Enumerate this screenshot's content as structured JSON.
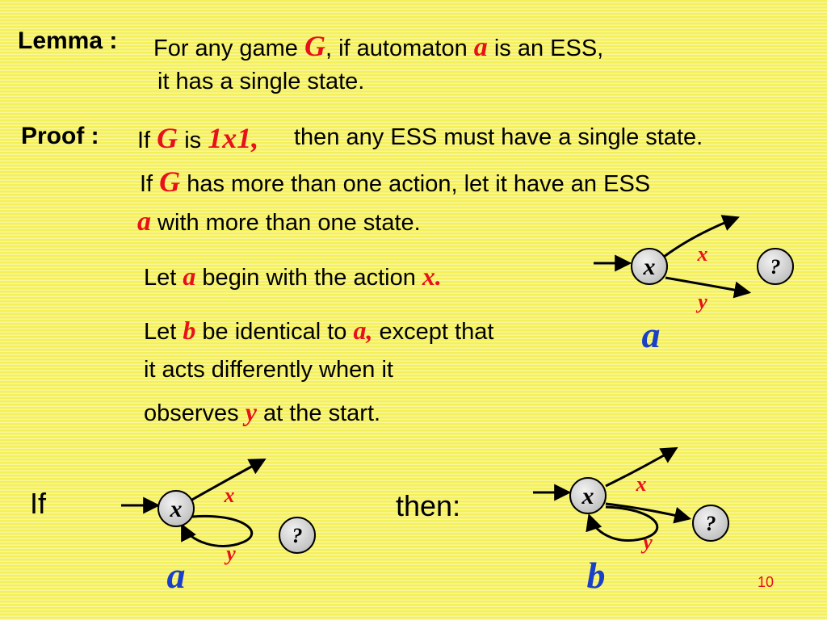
{
  "lemma": {
    "label": "Lemma :",
    "line1_a": "For any game ",
    "G": "G",
    "line1_b": ", if automaton ",
    "a": "a",
    "line1_c": " is an ESS,",
    "line2": "it has a single state."
  },
  "proof": {
    "label": "Proof :",
    "l1_if": "If ",
    "l1_G": "G",
    "l1_is": " is ",
    "l1_1x1": "1x1,",
    "l1_rest": "then any ESS must have a single state.",
    "l2_if": "If ",
    "l2_G": "G",
    "l2_rest": " has more than one action, let it have an ESS",
    "l3_a": "a",
    "l3_rest": " with more than one state.",
    "l4_let": "Let ",
    "l4_a": "a",
    "l4_mid": " begin with the action ",
    "l4_x": "x.",
    "l5_let": "Let ",
    "l5_b": "b",
    "l5_mid": " be identical to ",
    "l5_a": "a,",
    "l5_rest": " except that",
    "l6": "it acts differently when it",
    "l7_a": "observes ",
    "l7_y": "y",
    "l7_b": " at the start."
  },
  "bottom": {
    "if_label": "If",
    "then_label": "then:"
  },
  "diagram_top": {
    "state": "x",
    "unknown": "?",
    "edge_x": "x",
    "edge_y": "y",
    "name": "a"
  },
  "diagram_left": {
    "state": "x",
    "unknown": "?",
    "edge_x": "x",
    "edge_y": "y",
    "name": "a"
  },
  "diagram_right": {
    "state": "x",
    "unknown": "?",
    "edge_x": "x",
    "edge_y": "y",
    "name": "b"
  },
  "page_number": "10",
  "colors": {
    "background": "#f7f46a",
    "accent_red": "#e8101a",
    "accent_blue": "#1a3fc8"
  }
}
